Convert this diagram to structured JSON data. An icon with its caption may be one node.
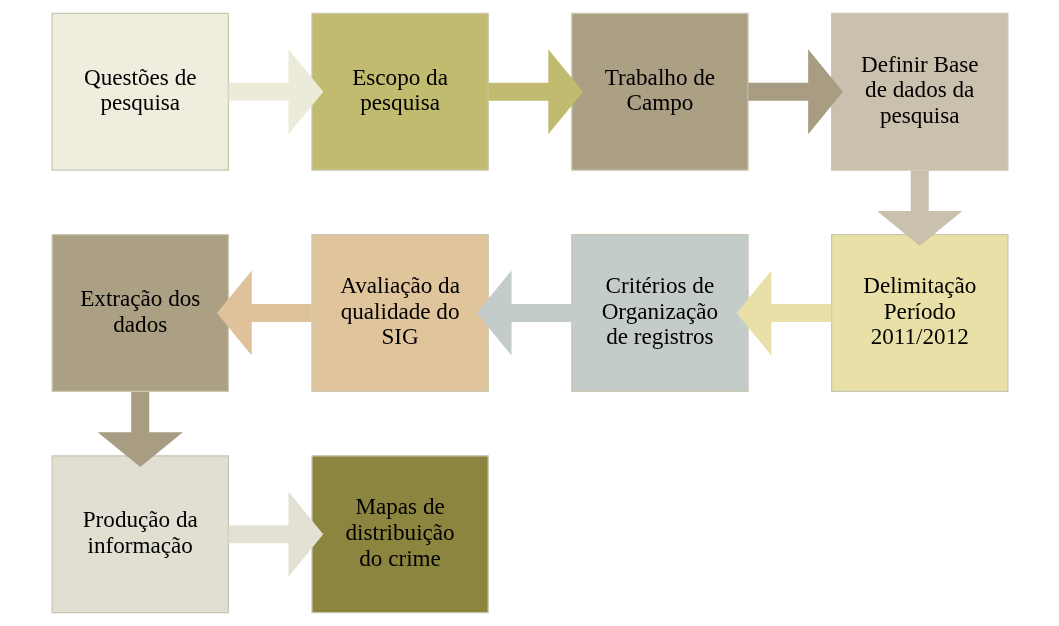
{
  "diagram": {
    "nodes": [
      {
        "text": [
          "Questões de pesquisa"
        ]
      },
      {
        "text": [
          "Escopo da pesquisa"
        ]
      },
      {
        "text": [
          "Trabalho de Campo"
        ]
      },
      {
        "text": [
          "Definir Base de dados da pesquisa"
        ]
      },
      {
        "text": [
          "Delimitação Período 2011/2012"
        ]
      },
      {
        "text": [
          "Critérios de Organização de registros"
        ]
      },
      {
        "text": [
          "Avaliação da qualidade do SIG"
        ]
      },
      {
        "text": [
          "Extração dos dados"
        ]
      },
      {
        "text": [
          "Produção da informação"
        ]
      },
      {
        "text": [
          "Mapas de distribuição do crime"
        ]
      }
    ],
    "edges": [
      {
        "from": 0,
        "to": 1,
        "arrow": "to",
        "color": "#ecebd9"
      },
      {
        "from": 1,
        "to": 2,
        "arrow": "to",
        "color": "#c0bb6e"
      },
      {
        "from": 2,
        "to": 3,
        "arrow": "to",
        "color": "#a89c82"
      },
      {
        "from": 3,
        "to": 4,
        "arrow": "to",
        "color": "#c9c0ae"
      },
      {
        "from": 4,
        "to": 5,
        "arrow": "to",
        "color": "#e8e0a6"
      },
      {
        "from": 5,
        "to": 6,
        "arrow": "to",
        "color": "#c4ccc9"
      },
      {
        "from": 6,
        "to": 7,
        "arrow": "to",
        "color": "#dfc29a"
      },
      {
        "from": 7,
        "to": 8,
        "arrow": "to",
        "color": "#a89c82"
      },
      {
        "from": 8,
        "to": 9,
        "arrow": "to",
        "color": "#e3e1d3"
      }
    ]
  }
}
